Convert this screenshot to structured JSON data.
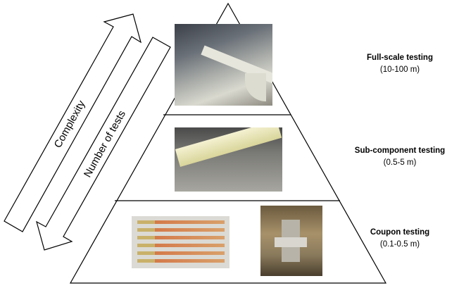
{
  "arrows": {
    "complexity": "Complexity",
    "number_of_tests": "Number of tests"
  },
  "levels": [
    {
      "title": "Full-scale testing",
      "range": "(10-100 m)"
    },
    {
      "title": "Sub-component testing",
      "range": "(0.5-5 m)"
    },
    {
      "title": "Coupon testing",
      "range": "(0.1-0.5 m)"
    }
  ]
}
